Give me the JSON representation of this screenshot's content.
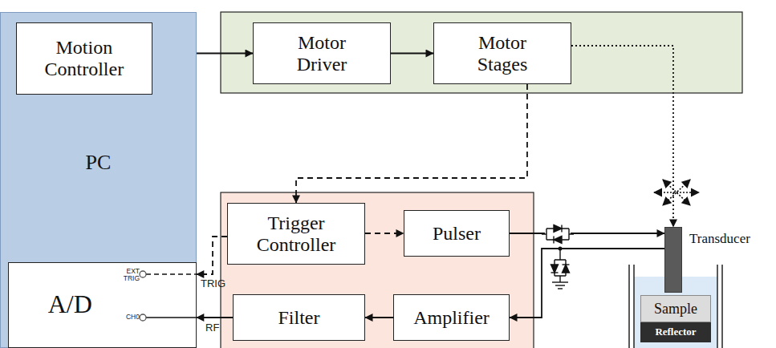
{
  "diagram": {
    "nodes": [
      {
        "text": [
          "PC"
        ]
      },
      {
        "text": [
          "Motion Controller"
        ],
        "in": 0
      },
      {
        "text": [
          "Motor Driver"
        ]
      },
      {
        "text": [
          "Motor Stages"
        ]
      },
      {
        "text": [
          "Trigger Controller"
        ]
      },
      {
        "text": [
          "Pulser"
        ]
      },
      {
        "text": [
          "Transducer"
        ]
      },
      {
        "text": [
          "A/D"
        ],
        "in": 0
      },
      {
        "text": [
          "Filter"
        ]
      },
      {
        "text": [
          "Amplifier"
        ]
      },
      {
        "text": [
          "Sample"
        ]
      },
      {
        "text": [
          "Reflector"
        ]
      }
    ],
    "edges": [
      {
        "from": 1,
        "to": 2,
        "arrow": "to"
      },
      {
        "from": 2,
        "to": 3,
        "arrow": "to"
      },
      {
        "from": 3,
        "to": 6,
        "arrow": "to"
      },
      {
        "from": 3,
        "to": 4,
        "arrow": "to"
      },
      {
        "from": 4,
        "to": 5,
        "arrow": "to"
      },
      {
        "from": 4,
        "to": 7,
        "label": "TRIG",
        "arrow": "to"
      },
      {
        "from": 5,
        "to": 6,
        "arrow": "to"
      },
      {
        "from": 6,
        "to": 9,
        "arrow": "to"
      },
      {
        "from": 9,
        "to": 8,
        "arrow": "to"
      },
      {
        "from": 8,
        "to": 7,
        "label": "RF",
        "arrow": "to"
      }
    ],
    "labels": [
      "EXT TRIG",
      "CH0"
    ]
  }
}
